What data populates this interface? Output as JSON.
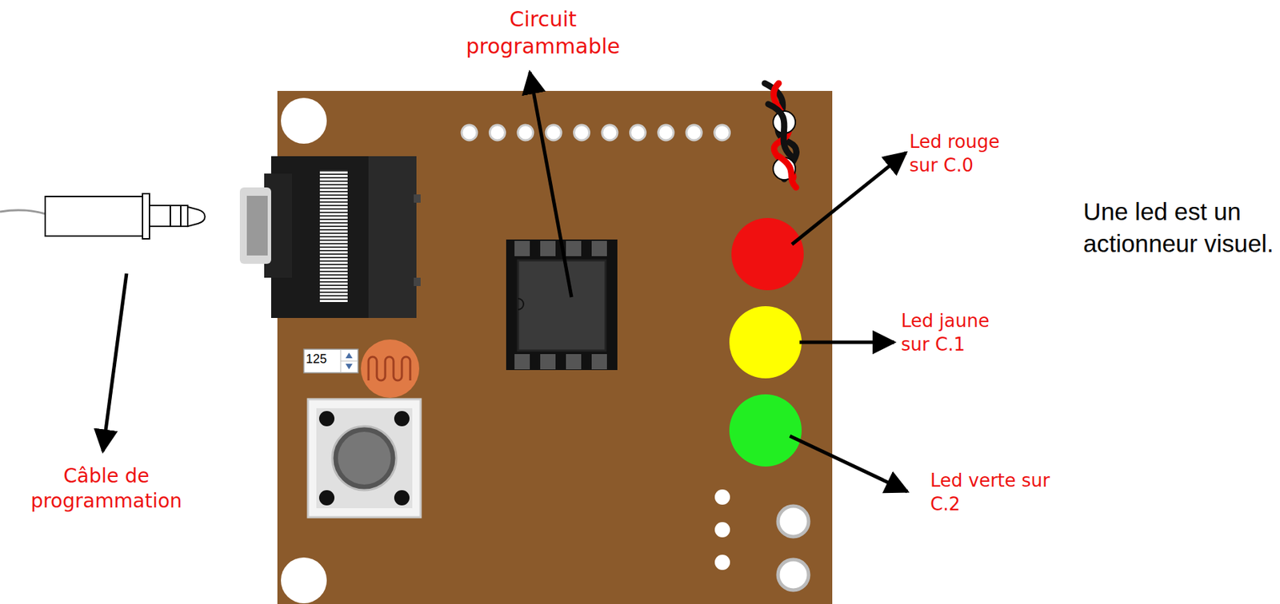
{
  "diagram": {
    "labels": [
      "Circuit programmable",
      "Led rouge sur C.0",
      "Une led est un actionneur visuel.",
      "Led jaune sur C.1",
      "125",
      "Câble de programmation",
      "Led verte sur C.2"
    ]
  }
}
